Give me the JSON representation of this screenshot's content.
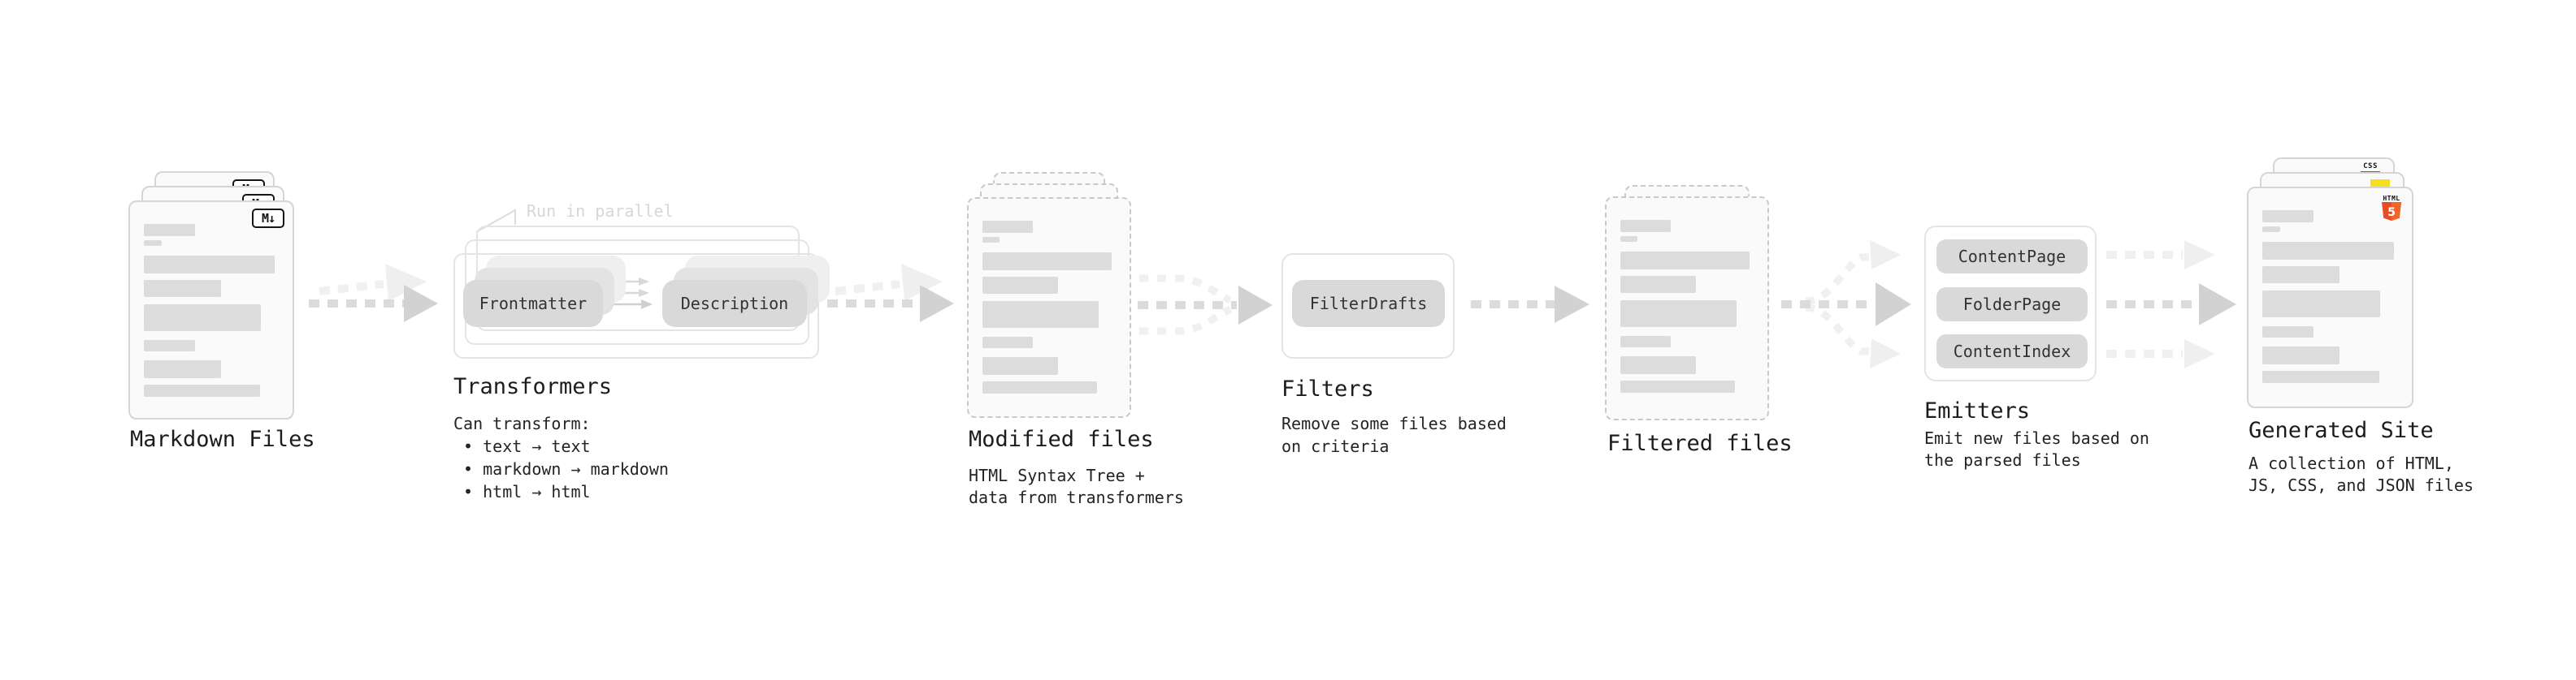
{
  "colors": {
    "page_bg": "#ffffff",
    "card_bg": "#fafafa",
    "card_border": "#d5d5d5",
    "dashed_border": "#c9c9c9",
    "bar": "#dcdcdc",
    "pill_bg": "#d9d9d9",
    "container_border": "#e4e4e4",
    "heading": "#1c1c1c",
    "body": "#232323",
    "annotation": "#d7d7d7",
    "arrow_dark": "#dbdbdb",
    "arrow_dark_head": "#d2d2d2",
    "arrow_light": "#f0f0f0",
    "arrow_light_head": "#efefef",
    "js_yellow": "#f7df1e",
    "css_blue": "#2965f1",
    "html5_orange": "#e44d26"
  },
  "sections": {
    "markdown_files": {
      "label": "Markdown Files",
      "badge": "M↓"
    },
    "transformers": {
      "annotation": "Run in parallel",
      "pill_frontmatter": "Frontmatter",
      "pill_description": "Description",
      "label": "Transformers",
      "desc": [
        "Can transform:",
        " • text → text",
        " • markdown → markdown",
        " • html → html"
      ]
    },
    "modified_files": {
      "label": "Modified files",
      "desc": [
        "HTML Syntax Tree +",
        "data from transformers"
      ]
    },
    "filters": {
      "pill": "FilterDrafts",
      "label": "Filters",
      "desc": [
        "Remove some files based",
        "on criteria"
      ]
    },
    "filtered_files": {
      "label": "Filtered files"
    },
    "emitters": {
      "pills": [
        "ContentPage",
        "FolderPage",
        "ContentIndex"
      ],
      "label": "Emitters",
      "desc": [
        "Emit new files based on",
        "the parsed files"
      ]
    },
    "generated_site": {
      "label": "Generated Site",
      "badge_css": "CSS",
      "badge_html": "HTML",
      "badge_five": "5",
      "desc": [
        "A collection of HTML,",
        "JS, CSS, and JSON files"
      ]
    }
  }
}
